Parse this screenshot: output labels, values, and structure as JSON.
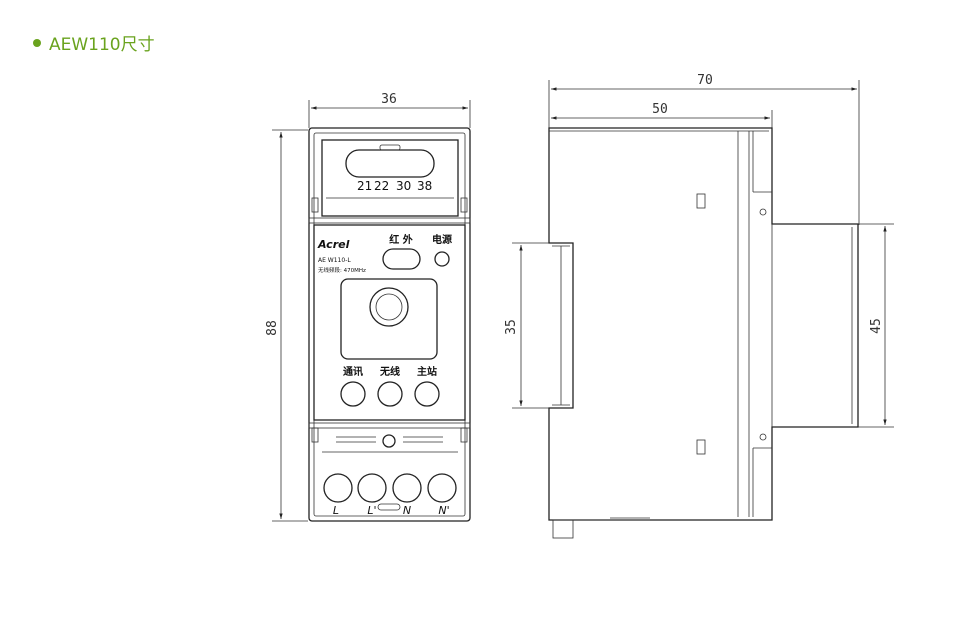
{
  "title": "AEW110尺寸",
  "colors": {
    "accent": "#6aa31e"
  },
  "front": {
    "dimension_width": "36",
    "dimension_height": "88",
    "terminal_top_numbers": [
      "21",
      "22",
      "30",
      "38"
    ],
    "brand": "Acrel",
    "model": "AE W110-L",
    "frequency_label": "无线频段: 470MHz",
    "ir_label": "红 外",
    "power_label": "电源",
    "button_labels": [
      "通讯",
      "无线",
      "主站"
    ],
    "terminal_bottom_labels": [
      "L",
      "L'",
      "N",
      "N'"
    ]
  },
  "side": {
    "dimension_total_width": "70",
    "dimension_body_width": "50",
    "dimension_rail": "35",
    "dimension_right": "45"
  }
}
